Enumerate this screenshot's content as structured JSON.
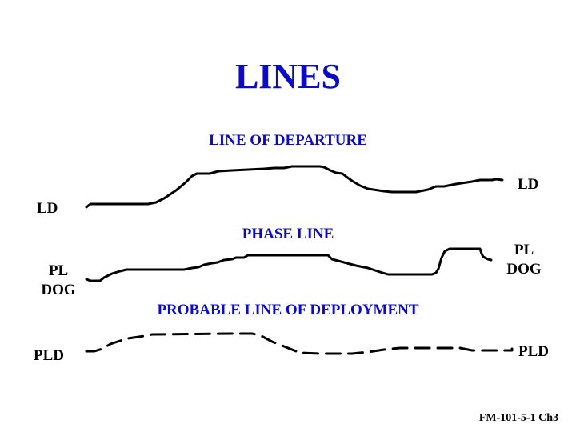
{
  "slide": {
    "title": "LINES",
    "footer": "FM-101-5-1 Ch3",
    "colors": {
      "heading": "#0a0ac8",
      "text": "#000000",
      "background": "#ffffff"
    }
  },
  "sections": [
    {
      "heading": "LINE OF DEPARTURE",
      "left_label": "LD",
      "right_label": "LD",
      "line_style": "solid"
    },
    {
      "heading": "PHASE LINE",
      "left_label_1": "PL",
      "left_label_2": "DOG",
      "right_label_1": "PL",
      "right_label_2": "DOG",
      "line_style": "solid"
    },
    {
      "heading": "PROBABLE LINE OF DEPLOYMENT",
      "left_label": "PLD",
      "right_label": "PLD",
      "line_style": "dashed"
    }
  ]
}
